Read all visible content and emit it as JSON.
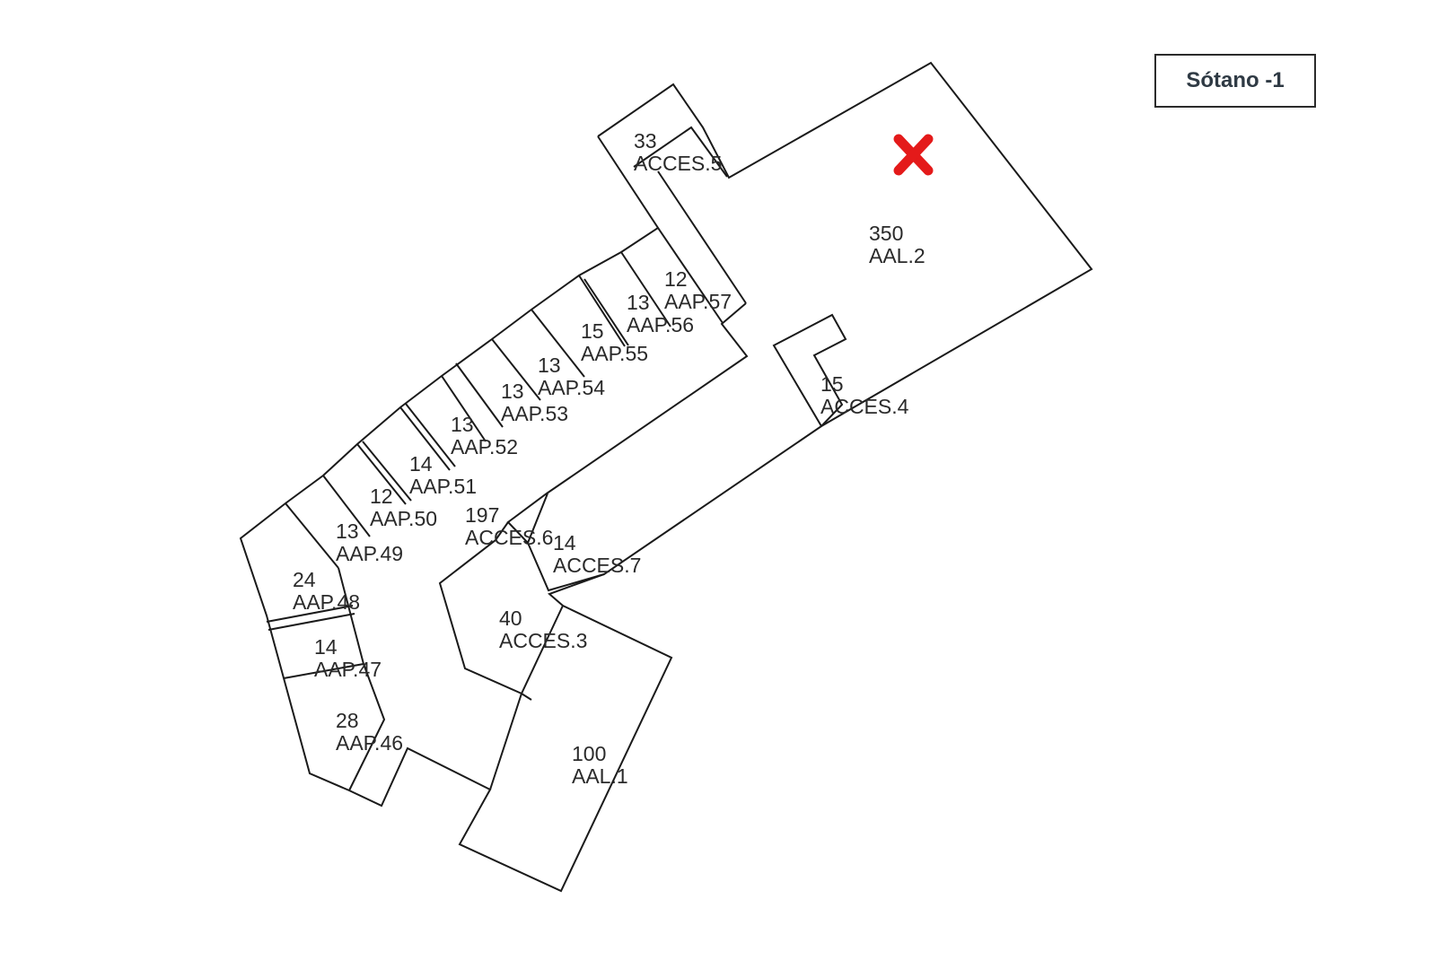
{
  "floor_label": "Sótano -1",
  "marker": {
    "icon": "red-x-icon",
    "color": "#e41a1a"
  },
  "rooms": [
    {
      "id": "acces5",
      "area": "33",
      "code": "ACCES.5"
    },
    {
      "id": "aal2",
      "area": "350",
      "code": "AAL.2"
    },
    {
      "id": "aap57",
      "area": "12",
      "code": "AAP.57"
    },
    {
      "id": "aap56",
      "area": "13",
      "code": "AAP.56"
    },
    {
      "id": "aap55",
      "area": "15",
      "code": "AAP.55"
    },
    {
      "id": "aap54",
      "area": "13",
      "code": "AAP.54"
    },
    {
      "id": "aap53",
      "area": "13",
      "code": "AAP.53"
    },
    {
      "id": "aap52",
      "area": "13",
      "code": "AAP.52"
    },
    {
      "id": "acces4",
      "area": "15",
      "code": "ACCES.4"
    },
    {
      "id": "aap51",
      "area": "14",
      "code": "AAP.51"
    },
    {
      "id": "aap50",
      "area": "12",
      "code": "AAP.50"
    },
    {
      "id": "acces6",
      "area": "197",
      "code": "ACCES.6"
    },
    {
      "id": "acces7",
      "area": "14",
      "code": "ACCES.7"
    },
    {
      "id": "aap49",
      "area": "13",
      "code": "AAP.49"
    },
    {
      "id": "aap48",
      "area": "24",
      "code": "AAP.48"
    },
    {
      "id": "acces3",
      "area": "40",
      "code": "ACCES.3"
    },
    {
      "id": "aap47",
      "area": "14",
      "code": "AAP.47"
    },
    {
      "id": "aap46",
      "area": "28",
      "code": "AAP.46"
    },
    {
      "id": "aal1",
      "area": "100",
      "code": "AAL.1"
    }
  ]
}
